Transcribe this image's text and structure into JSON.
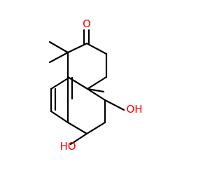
{
  "molecule": {
    "atoms": {
      "ketone_oxygen": {
        "label": "O",
        "color": "#ff0000"
      },
      "hydroxyl_upper": {
        "label": "OH",
        "color": "#ff0000"
      },
      "hydroxyl_lower": {
        "label": "HO",
        "color": "#ff0000"
      }
    },
    "bond_color": "#000000"
  }
}
